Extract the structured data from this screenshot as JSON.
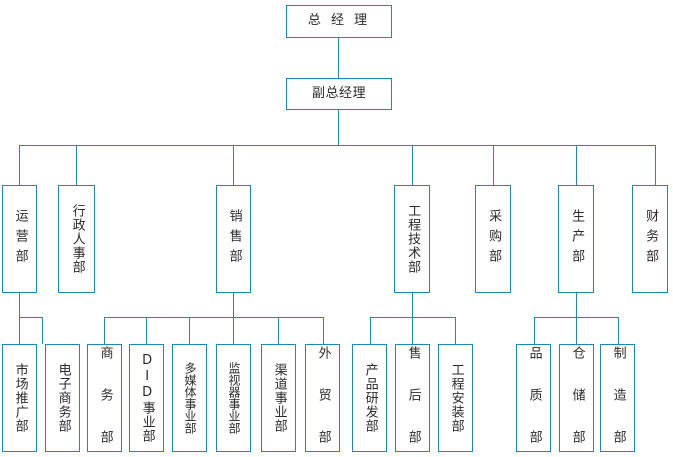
{
  "chart_title": "",
  "theme": {
    "border_color": "#1b87bf",
    "line_color": "#1b87bf",
    "text_color": "#2b2b2b",
    "background": "#ffffff"
  },
  "org": {
    "level1": [
      {
        "id": "gm",
        "label": "总 经 理"
      }
    ],
    "level2": [
      {
        "id": "dgm",
        "label": "副总经理"
      }
    ],
    "level3": [
      {
        "id": "ops",
        "label": "运营部"
      },
      {
        "id": "hr",
        "label": "行政人事部"
      },
      {
        "id": "sales",
        "label": "销售部"
      },
      {
        "id": "engtech",
        "label": "工程技术部"
      },
      {
        "id": "purchase",
        "label": "采购部"
      },
      {
        "id": "production",
        "label": "生产部"
      },
      {
        "id": "finance",
        "label": "财务部"
      }
    ],
    "level4": [
      {
        "id": "marketing",
        "label": "市场推广部",
        "parent": "ops"
      },
      {
        "id": "ecommerce",
        "label": "电子商务部",
        "parent": "sales"
      },
      {
        "id": "business",
        "label": "商 务 部",
        "parent": "sales"
      },
      {
        "id": "did",
        "label": "DID事业部",
        "parent": "sales"
      },
      {
        "id": "multimedia",
        "label": "多媒体事业部",
        "parent": "sales"
      },
      {
        "id": "monitor",
        "label": "监视器事业部",
        "parent": "sales"
      },
      {
        "id": "channel",
        "label": "渠道事业部",
        "parent": "sales"
      },
      {
        "id": "foreigntrade",
        "label": "外 贸 部",
        "parent": "sales"
      },
      {
        "id": "rnd",
        "label": "产品研发部",
        "parent": "engtech"
      },
      {
        "id": "aftersales",
        "label": "售 后 部",
        "parent": "engtech"
      },
      {
        "id": "installation",
        "label": "工程安装部",
        "parent": "engtech"
      },
      {
        "id": "quality",
        "label": "品 质 部",
        "parent": "production"
      },
      {
        "id": "warehouse",
        "label": "仓 储 部",
        "parent": "production"
      },
      {
        "id": "manufacture",
        "label": "制 造 部",
        "parent": "production"
      }
    ]
  }
}
